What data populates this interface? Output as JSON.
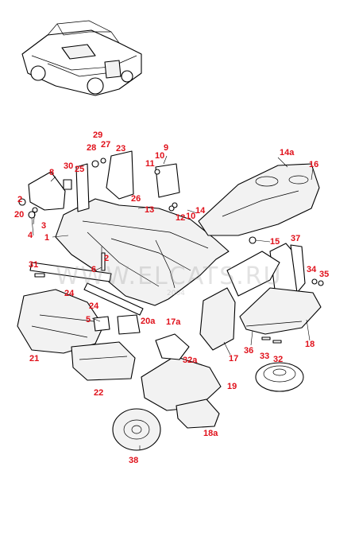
{
  "watermark": "WWW.ELCATS.RU",
  "watermark_year": "2004",
  "labels": [
    {
      "id": "1",
      "text": "1"
    },
    {
      "id": "2",
      "text": "2"
    },
    {
      "id": "3",
      "text": "3"
    },
    {
      "id": "4",
      "text": "4"
    },
    {
      "id": "5",
      "text": "5"
    },
    {
      "id": "6",
      "text": "6"
    },
    {
      "id": "8",
      "text": "8"
    },
    {
      "id": "9",
      "text": "9"
    },
    {
      "id": "10",
      "text": "10"
    },
    {
      "id": "10b",
      "text": "10"
    },
    {
      "id": "11",
      "text": "11"
    },
    {
      "id": "12",
      "text": "12"
    },
    {
      "id": "13",
      "text": "13"
    },
    {
      "id": "14",
      "text": "14"
    },
    {
      "id": "14a",
      "text": "14a"
    },
    {
      "id": "15",
      "text": "15"
    },
    {
      "id": "16",
      "text": "16"
    },
    {
      "id": "17",
      "text": "17"
    },
    {
      "id": "17a",
      "text": "17a"
    },
    {
      "id": "18",
      "text": "18"
    },
    {
      "id": "18a",
      "text": "18a"
    },
    {
      "id": "19",
      "text": "19"
    },
    {
      "id": "20",
      "text": "20"
    },
    {
      "id": "20a",
      "text": "20a"
    },
    {
      "id": "21",
      "text": "21"
    },
    {
      "id": "22",
      "text": "22"
    },
    {
      "id": "23",
      "text": "23"
    },
    {
      "id": "24",
      "text": "24"
    },
    {
      "id": "24b",
      "text": "24"
    },
    {
      "id": "25",
      "text": "25"
    },
    {
      "id": "26",
      "text": "26"
    },
    {
      "id": "27",
      "text": "27"
    },
    {
      "id": "28",
      "text": "28"
    },
    {
      "id": "29",
      "text": "29"
    },
    {
      "id": "30",
      "text": "30"
    },
    {
      "id": "31",
      "text": "31"
    },
    {
      "id": "32",
      "text": "32"
    },
    {
      "id": "32a",
      "text": "32a"
    },
    {
      "id": "33",
      "text": "33"
    },
    {
      "id": "34",
      "text": "34"
    },
    {
      "id": "35",
      "text": "35"
    },
    {
      "id": "36",
      "text": "36"
    },
    {
      "id": "37",
      "text": "37"
    },
    {
      "id": "38",
      "text": "38"
    }
  ],
  "colors": {
    "label": "#e0101a",
    "line": "#000000",
    "background": "#ffffff"
  }
}
